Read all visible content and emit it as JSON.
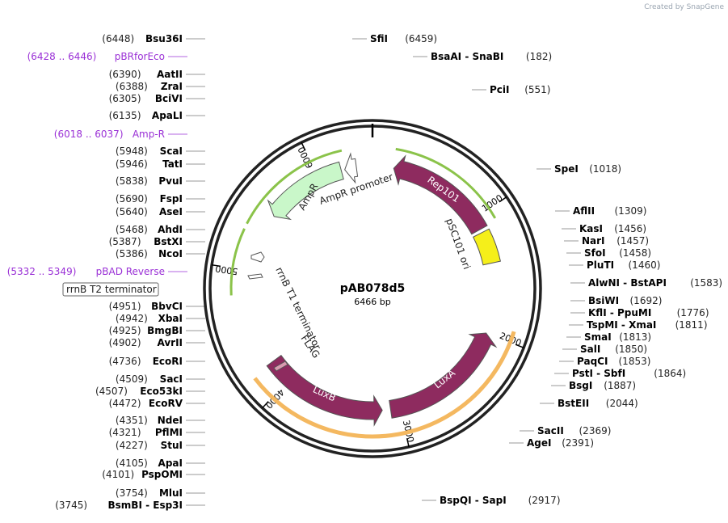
{
  "watermark": "Created by SnapGene",
  "plasmid": {
    "name": "pAB078d5",
    "length_label": "6466 bp",
    "length": 6466
  },
  "ticks": [
    {
      "label": "1000",
      "pos": 1000
    },
    {
      "label": "2000",
      "pos": 2000
    },
    {
      "label": "3000",
      "pos": 3000
    },
    {
      "label": "4000",
      "pos": 4000
    },
    {
      "label": "5000",
      "pos": 5000
    },
    {
      "label": "6000",
      "pos": 6000
    }
  ],
  "features": [
    {
      "name": "Rep101",
      "label": "Rep101",
      "color": "#8e2b5f",
      "start": 180,
      "end": 1100,
      "dir": -1,
      "lane": 1,
      "white_label": true
    },
    {
      "name": "pSC101 ori",
      "label": "pSC101 ori",
      "color": "#f5ef1a",
      "start": 1130,
      "end": 1400,
      "dir": 0,
      "lane": 1
    },
    {
      "name": "LuxA",
      "label": "LuxA",
      "color": "#8e2b5f",
      "start": 2000,
      "end": 3080,
      "dir": -1,
      "lane": 1,
      "white_label": true
    },
    {
      "name": "LuxB",
      "label": "LuxB",
      "color": "#8e2b5f",
      "start": 3150,
      "end": 4200,
      "dir": -1,
      "lane": 1,
      "white_label": true
    },
    {
      "name": "AmpR",
      "label": "AmpR",
      "color": "#c9f7c9",
      "start": 5500,
      "end": 6200,
      "dir": -1,
      "lane": 1
    },
    {
      "name": "AmpR promoter",
      "label": "AmpR promoter",
      "color": "#ffffff",
      "start": 6230,
      "end": 6330,
      "dir": -1,
      "lane": 1
    }
  ],
  "inner_labels": {
    "rrnb_t1": "rrnB T1 terminator",
    "flag": "FLAG",
    "ampr_promoter": "AmpR promoter",
    "pSC101": "pSC101 ori"
  },
  "left_labels": [
    {
      "num": "(6448)",
      "name": "Bsu36I"
    },
    {
      "num": "(6428 .. 6446)",
      "name": "pBRforEco",
      "purple": true
    },
    {
      "num": "(6390)",
      "name": "AatII"
    },
    {
      "num": "(6388)",
      "name": "ZraI"
    },
    {
      "num": "(6305)",
      "name": "BciVI"
    },
    {
      "num": "(6135)",
      "name": "ApaLI"
    },
    {
      "num": "(6018 .. 6037)",
      "name": "Amp-R",
      "purple": true
    },
    {
      "num": "(5948)",
      "name": "ScaI"
    },
    {
      "num": "(5946)",
      "name": "TatI"
    },
    {
      "num": "(5838)",
      "name": "PvuI"
    },
    {
      "num": "(5690)",
      "name": "FspI"
    },
    {
      "num": "(5640)",
      "name": "AseI"
    },
    {
      "num": "(5468)",
      "name": "AhdI"
    },
    {
      "num": "(5387)",
      "name": "BstXI"
    },
    {
      "num": "(5386)",
      "name": "NcoI"
    },
    {
      "num": "(5332 .. 5349)",
      "name": "pBAD Reverse",
      "purple": true
    },
    {
      "num": "",
      "name": "rrnB T2 terminator",
      "boxed": true
    },
    {
      "num": "(4951)",
      "name": "BbvCI"
    },
    {
      "num": "(4942)",
      "name": "XbaI"
    },
    {
      "num": "(4925)",
      "name": "BmgBI"
    },
    {
      "num": "(4902)",
      "name": "AvrII"
    },
    {
      "num": "(4736)",
      "name": "EcoRI"
    },
    {
      "num": "(4509)",
      "name": "SacI"
    },
    {
      "num": "(4507)",
      "name": "Eco53kI"
    },
    {
      "num": "(4472)",
      "name": "EcoRV"
    },
    {
      "num": "(4351)",
      "name": "NdeI"
    },
    {
      "num": "(4321)",
      "name": "PflMI"
    },
    {
      "num": "(4227)",
      "name": "StuI"
    },
    {
      "num": "(4105)",
      "name": "ApaI"
    },
    {
      "num": "(4101)",
      "name": "PspOMI"
    },
    {
      "num": "(3754)",
      "name": "MluI"
    },
    {
      "num": "(3745)",
      "name": "BsmBI - Esp3I"
    }
  ],
  "right_labels": [
    {
      "name": "SfiI",
      "num": "(6459)"
    },
    {
      "name": "BsaAI - SnaBI",
      "num": "(182)"
    },
    {
      "name": "PciI",
      "num": "(551)"
    },
    {
      "name": "SpeI",
      "num": "(1018)"
    },
    {
      "name": "AflII",
      "num": "(1309)"
    },
    {
      "name": "KasI",
      "num": "(1456)"
    },
    {
      "name": "NarI",
      "num": "(1457)"
    },
    {
      "name": "SfoI",
      "num": "(1458)"
    },
    {
      "name": "PluTI",
      "num": "(1460)"
    },
    {
      "name": "AlwNI - BstAPI",
      "num": "(1583)"
    },
    {
      "name": "BsiWI",
      "num": "(1692)"
    },
    {
      "name": "KflI - PpuMI",
      "num": "(1776)"
    },
    {
      "name": "TspMI - XmaI",
      "num": "(1811)"
    },
    {
      "name": "SmaI",
      "num": "(1813)"
    },
    {
      "name": "SalI",
      "num": "(1850)"
    },
    {
      "name": "PaqCI",
      "num": "(1853)"
    },
    {
      "name": "PstI - SbfI",
      "num": "(1864)"
    },
    {
      "name": "BsgI",
      "num": "(1887)"
    },
    {
      "name": "BstEII",
      "num": "(2044)"
    },
    {
      "name": "SacII",
      "num": "(2369)"
    },
    {
      "name": "AgeI",
      "num": "(2391)"
    },
    {
      "name": "BspQI - SapI",
      "num": "(2917)"
    }
  ]
}
